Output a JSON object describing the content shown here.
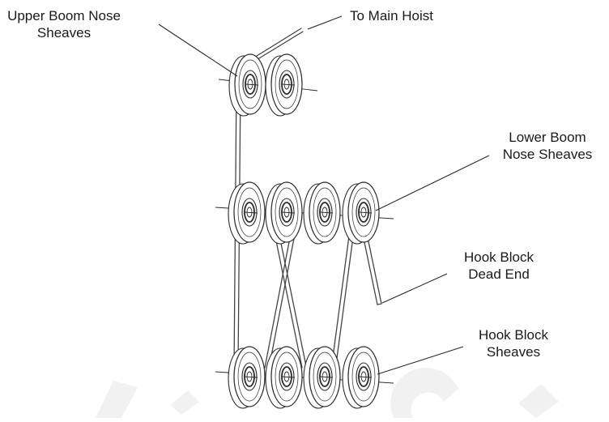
{
  "labels": {
    "upper_boom_line1": "Upper Boom Nose",
    "upper_boom_line2": "Sheaves",
    "main_hoist": "To Main Hoist",
    "lower_boom_line1": "Lower Boom",
    "lower_boom_line2": "Nose Sheaves",
    "dead_end_line1": "Hook Block",
    "dead_end_line2": "Dead End",
    "hook_sheaves_line1": "Hook Block",
    "hook_sheaves_line2": "Sheaves"
  },
  "colors": {
    "line": "#2b2b2b",
    "rope": "#444444",
    "text": "#1a1a1a",
    "watermark": "#f1f1f1"
  }
}
